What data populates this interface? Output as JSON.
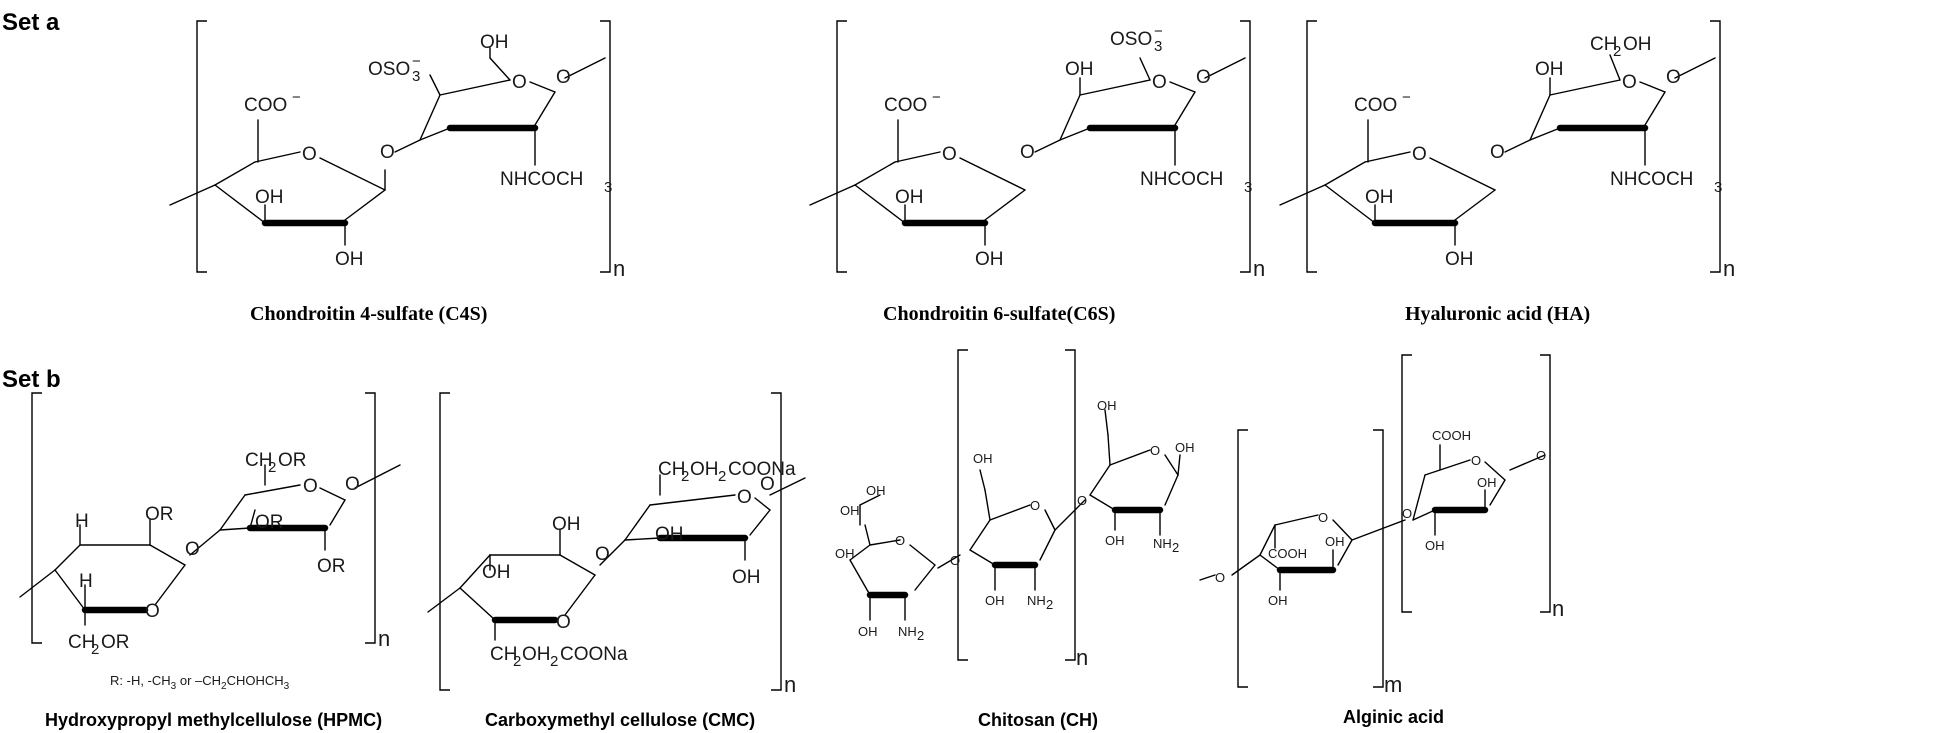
{
  "sets": {
    "a": {
      "title": "Set a"
    },
    "b": {
      "title": "Set b"
    }
  },
  "set_a": {
    "c4s": {
      "caption": "Chondroitin 4-sulfate (C4S)",
      "repeat_index": "n",
      "labels": {
        "coo": "COO",
        "coo_charge": "−",
        "oh_top": "OH",
        "oso3": "OSO",
        "oso3_sub": "3",
        "oso3_charge": "−",
        "o_link": "O",
        "o_ring1": "O",
        "o_ring2": "O",
        "o_end": "O",
        "oh_1": "OH",
        "oh_2": "OH",
        "nh": "NHCOCH",
        "nh_sub": "3"
      }
    },
    "c6s": {
      "caption": "Chondroitin 6-sulfate(C6S)",
      "repeat_index": "n",
      "labels": {
        "coo": "COO",
        "coo_charge": "−",
        "oso3": "OSO",
        "oso3_sub": "3",
        "oso3_charge": "−",
        "oh_top": "OH",
        "o_link": "O",
        "o_ring1": "O",
        "o_ring2": "O",
        "o_end": "O",
        "oh_1": "OH",
        "oh_2": "OH",
        "nh": "NHCOCH",
        "nh_sub": "3"
      }
    },
    "ha": {
      "caption": "Hyaluronic acid (HA)",
      "repeat_index": "n",
      "labels": {
        "coo": "COO",
        "coo_charge": "−",
        "ch2oh": "CH",
        "ch2oh_sub": "2",
        "ch2oh_end": "OH",
        "oh_top": "OH",
        "o_link": "O",
        "o_ring1": "O",
        "o_ring2": "O",
        "o_end": "O",
        "oh_1": "OH",
        "oh_2": "OH",
        "nh": "NHCOCH",
        "nh_sub": "3"
      }
    }
  },
  "set_b": {
    "hpmc": {
      "caption": "Hydroxypropyl methylcellulose (HPMC)",
      "repeat_index": "n",
      "r_note": "R: -H, -CH",
      "r_note_sub": "3",
      "r_note_mid": " or –CH",
      "r_note_sub2": "2",
      "r_note_end": "CHOHCH",
      "r_note_sub3": "3",
      "labels": {
        "h1": "H",
        "h2": "H",
        "or1": "OR",
        "ch2or": "CH",
        "ch2or_sub": "2",
        "ch2or_end": "OR",
        "ch2or_top": "CH",
        "ch2or_top_sub": "2",
        "ch2or_top_end": "OR",
        "or2": "OR",
        "or3": "OR",
        "o_link": "O",
        "o_ring1": "O",
        "o_ring2": "O",
        "o_end": "O"
      }
    },
    "cmc": {
      "caption": "Carboxymethyl cellulose (CMC)",
      "repeat_index": "n",
      "labels": {
        "oh1": "OH",
        "oh2": "OH",
        "oh3": "OH",
        "oh4": "OH",
        "top": "CH",
        "top_sub": "2",
        "top_mid": "OH",
        "top_sub2": "2",
        "top_end": "COONa",
        "bot": "CH",
        "bot_sub": "2",
        "bot_mid": "OH",
        "bot_sub2": "2",
        "bot_end": "COONa",
        "o_link": "O",
        "o_ring1": "O",
        "o_ring2": "O",
        "o_end": "O"
      }
    },
    "ch": {
      "caption": "Chitosan (CH)",
      "repeat_index": "n",
      "labels": {
        "oh": "OH",
        "nh2": "NH",
        "nh2_sub": "2",
        "o": "O"
      }
    },
    "alg": {
      "caption": "Alginic acid",
      "repeat_index_m": "m",
      "repeat_index_n": "n",
      "labels": {
        "cooh1": "COOH",
        "cooh2": "COOH",
        "oh": "OH",
        "o": "O"
      }
    }
  }
}
